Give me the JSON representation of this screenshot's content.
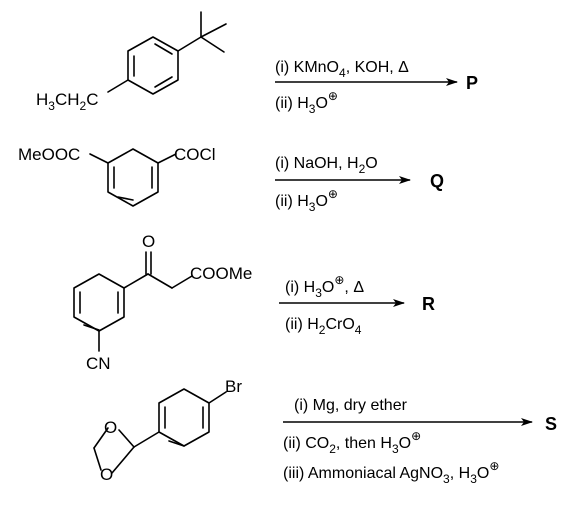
{
  "reactions": [
    {
      "id": "P",
      "substituents": {
        "left": "H3CH2C"
      },
      "conditions": [
        "(i) KMnO4, KOH, Δ",
        "(ii) H3O⊕"
      ],
      "product": "P"
    },
    {
      "id": "Q",
      "substituents": {
        "left": "MeOOC",
        "right": "COCl"
      },
      "conditions": [
        "(i) NaOH, H2O",
        "(ii) H3O⊕"
      ],
      "product": "Q"
    },
    {
      "id": "R",
      "substituents": {
        "carbonyl_o": "O",
        "ester": "COOMe",
        "bottom": "CN"
      },
      "conditions": [
        "(i) H3O⊕, Δ",
        "(ii) H2CrO4"
      ],
      "product": "R"
    },
    {
      "id": "S",
      "substituents": {
        "halogen": "Br",
        "ring_o_top": "O",
        "ring_o_bottom": "O"
      },
      "conditions": [
        "(i) Mg, dry ether",
        "(ii) CO2, then H3O⊕",
        "(iii) Ammoniacal AgNO3, H3O⊕"
      ],
      "product": "S"
    }
  ]
}
